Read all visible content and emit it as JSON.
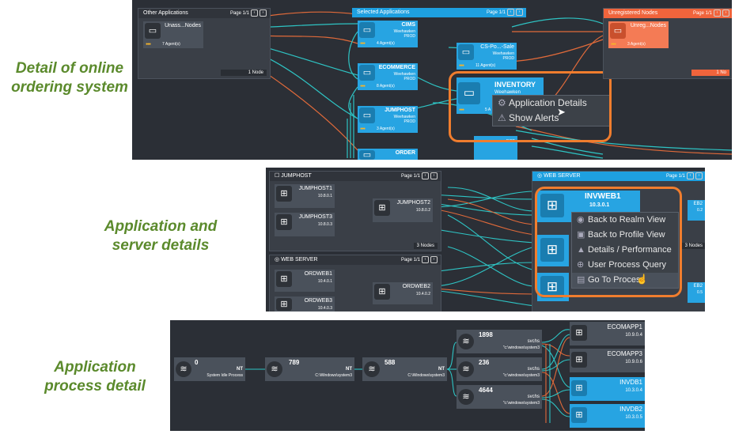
{
  "captions": {
    "top": [
      "Detail of online",
      "ordering system"
    ],
    "middle": [
      "Application and",
      "server details"
    ],
    "bottom": [
      "Application",
      "process detail"
    ]
  },
  "colors": {
    "accent": "#1ea0e0",
    "alert": "#f0643c",
    "highlight": "#f07d2e",
    "caption": "#5b8a2c"
  },
  "top": {
    "other_apps": {
      "title": "Other Applications",
      "pager": "Page 1/1",
      "node_title": "Unass...Nodes",
      "node_agents": "7 Agent(s)",
      "footer": "1 Node"
    },
    "selected_apps": {
      "title": "Selected Applications",
      "pager": "Page 1/1",
      "nodes": [
        {
          "title": "CIMS",
          "loc": "Weehawken",
          "env": "PROD",
          "agents": "4 Agent(s)"
        },
        {
          "title": "ECOMMERCE",
          "loc": "Weehawken",
          "env": "PROD",
          "agents": "8 Agent(s)"
        },
        {
          "title": "JUMPHOST",
          "loc": "Weehawken",
          "env": "PROD",
          "agents": "3 Agent(s)"
        },
        {
          "title": "ORDER",
          "loc": "",
          "env": "",
          "agents": ""
        }
      ],
      "cs_node": {
        "title": "CS-Po...-Sale",
        "loc": "Weehawken",
        "env": "PROD",
        "agents": "11 Agent(s)"
      },
      "inventory": {
        "title": "INVENTORY",
        "loc": "Weehawken",
        "agents_short": "5 A",
        "bottom_env": "ROD"
      }
    },
    "unregistered": {
      "title": "Unregistered Nodes",
      "pager": "Page 1/1",
      "node_title": "Unreg...Nodes",
      "node_agents": "3 Agent(s)",
      "footer": "1 No"
    },
    "menu": {
      "app_details": "Application Details",
      "show_alerts": "Show Alerts"
    }
  },
  "middle": {
    "jumphost": {
      "title": "JUMPHOST",
      "pager": "Page 1/1",
      "footer": "3 Nodes",
      "nodes": [
        {
          "title": "JUMPHOST1",
          "ip": "10.8.0.1"
        },
        {
          "title": "JUMPHOST2",
          "ip": "10.8.0.2"
        },
        {
          "title": "JUMPHOST3",
          "ip": "10.8.0.3"
        }
      ]
    },
    "webserver_left": {
      "title": "WEB SERVER",
      "pager": "Page 1/1",
      "nodes": [
        {
          "title": "ORDWEB1",
          "ip": "10.4.0.1"
        },
        {
          "title": "ORDWEB2",
          "ip": "10.4.0.2"
        },
        {
          "title": "ORDWEB3",
          "ip": "10.4.0.3"
        }
      ]
    },
    "webserver_right": {
      "title": "WEB SERVER",
      "pager": "Page 1/1",
      "footer": "3 Nodes",
      "selected": {
        "title": "INVWEB1",
        "ip": "10.3.0.1"
      },
      "side_labels": [
        "EB2",
        "0.2",
        "EB2",
        "0.5"
      ]
    },
    "menu": [
      "Back to Realm View",
      "Back to Profile View",
      "Details / Performance",
      "User Process Query",
      "Go To Process"
    ]
  },
  "bottom": {
    "processes": [
      {
        "pid": "0",
        "type": "NT",
        "path": "System Idle Process"
      },
      {
        "pid": "789",
        "type": "NT",
        "path": "C:\\Windows\\system3"
      },
      {
        "pid": "588",
        "type": "NT",
        "path": "C:\\Windows\\system3"
      }
    ],
    "svc": [
      {
        "pid": "1898",
        "type": "svchs",
        "path": "\"c:\\windows\\system3"
      },
      {
        "pid": "236",
        "type": "svchs",
        "path": "\"c:\\windows\\system3"
      },
      {
        "pid": "4644",
        "type": "svchs",
        "path": "\"c:\\windows\\system3"
      }
    ],
    "servers": [
      {
        "title": "ECOMAPP1",
        "ip": "10.9.0.4"
      },
      {
        "title": "ECOMAPP3",
        "ip": "10.9.0.6"
      },
      {
        "title": "INVDB1",
        "ip": "10.3.0.4"
      },
      {
        "title": "INVDB2",
        "ip": "10.3.0.5"
      }
    ]
  }
}
